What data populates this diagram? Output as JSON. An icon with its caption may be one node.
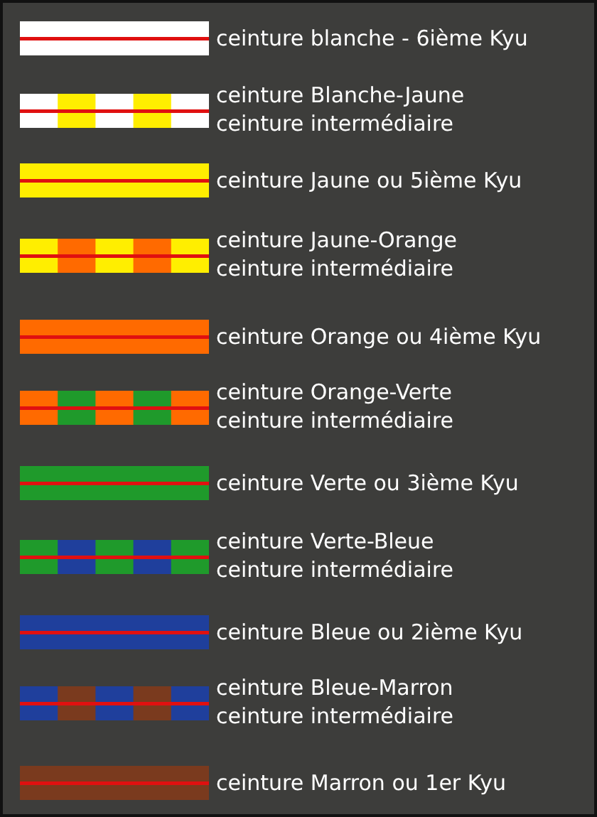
{
  "diagram": {
    "nodes": [
      {
        "text": [],
        "shape": "bar",
        "beside": [
          "ceinture blanche - 6ième Kyu"
        ]
      },
      {
        "text": [],
        "shape": "bar",
        "beside": [
          "ceinture Blanche-Jaune ceinture intermédiaire"
        ]
      },
      {
        "text": [],
        "shape": "bar",
        "beside": [
          "ceinture Jaune ou 5ième Kyu"
        ]
      },
      {
        "text": [],
        "shape": "bar",
        "beside": [
          "ceinture Jaune-Orange ceinture intermédiaire"
        ]
      },
      {
        "text": [],
        "shape": "bar",
        "beside": [
          "ceinture Orange ou 4ième Kyu"
        ]
      },
      {
        "text": [],
        "shape": "bar",
        "beside": [
          "ceinture Orange-Verte ceinture intermédiaire"
        ]
      },
      {
        "text": [],
        "shape": "bar",
        "beside": [
          "ceinture Verte ou 3ième Kyu"
        ]
      },
      {
        "text": [],
        "shape": "bar",
        "beside": [
          "ceinture Verte-Bleue ceinture intermédiaire"
        ]
      },
      {
        "text": [],
        "shape": "bar",
        "beside": [
          "ceinture Bleue ou 2ième Kyu"
        ]
      },
      {
        "text": [],
        "shape": "bar",
        "beside": [
          "ceinture Bleue-Marron ceinture intermédiaire"
        ]
      },
      {
        "text": [],
        "shape": "bar",
        "beside": [
          "ceinture Marron ou 1er Kyu"
        ]
      }
    ]
  }
}
